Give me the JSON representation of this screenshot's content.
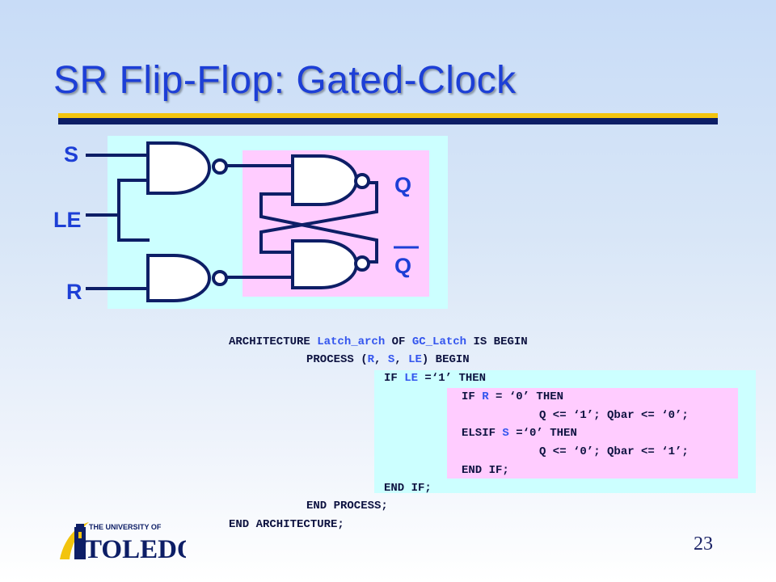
{
  "slide": {
    "title": "SR Flip-Flop: Gated-Clock",
    "page_number": "23"
  },
  "diagram": {
    "inputs": {
      "s": "S",
      "le": "LE",
      "r": "R"
    },
    "outputs": {
      "q": "Q",
      "qbar": "Q"
    }
  },
  "code": {
    "l1": {
      "a": "ARCHITECTURE ",
      "b": "Latch_arch",
      "c": " OF ",
      "d": "GC_Latch",
      "e": " IS BEGIN"
    },
    "l2": {
      "a": "PROCESS (",
      "b": "R",
      "c": ", ",
      "d": "S",
      "e": ", ",
      "f": "LE",
      "g": ") BEGIN"
    },
    "l3": {
      "a": "IF ",
      "b": "LE",
      "c": " =‘1’ THEN"
    },
    "l4": {
      "a": "IF ",
      "b": "R",
      "c": " = ‘0’ THEN"
    },
    "l5": {
      "a": "Q <= ‘1’; Qbar <= ‘0’;"
    },
    "l6": {
      "a": "ELSIF ",
      "b": "S",
      "c": " =‘0’ THEN"
    },
    "l7": {
      "a": "Q <= ‘0’; Qbar <= ‘1’;"
    },
    "l8": {
      "a": "END IF;"
    },
    "l9": {
      "a": "END IF;"
    },
    "l10": {
      "a": "END PROCESS;"
    },
    "l11": {
      "a": "END ARCHITECTURE;"
    }
  },
  "logo": {
    "line1": "THE UNIVERSITY OF",
    "line2": "TOLEDO"
  },
  "colors": {
    "title": "#1d3fd6",
    "wire": "#0d1e66",
    "cyan_panel": "#ccffff",
    "pink_panel": "#ffccff",
    "gold_rule": "#f2c40e",
    "navy_rule": "#0d1e66"
  }
}
